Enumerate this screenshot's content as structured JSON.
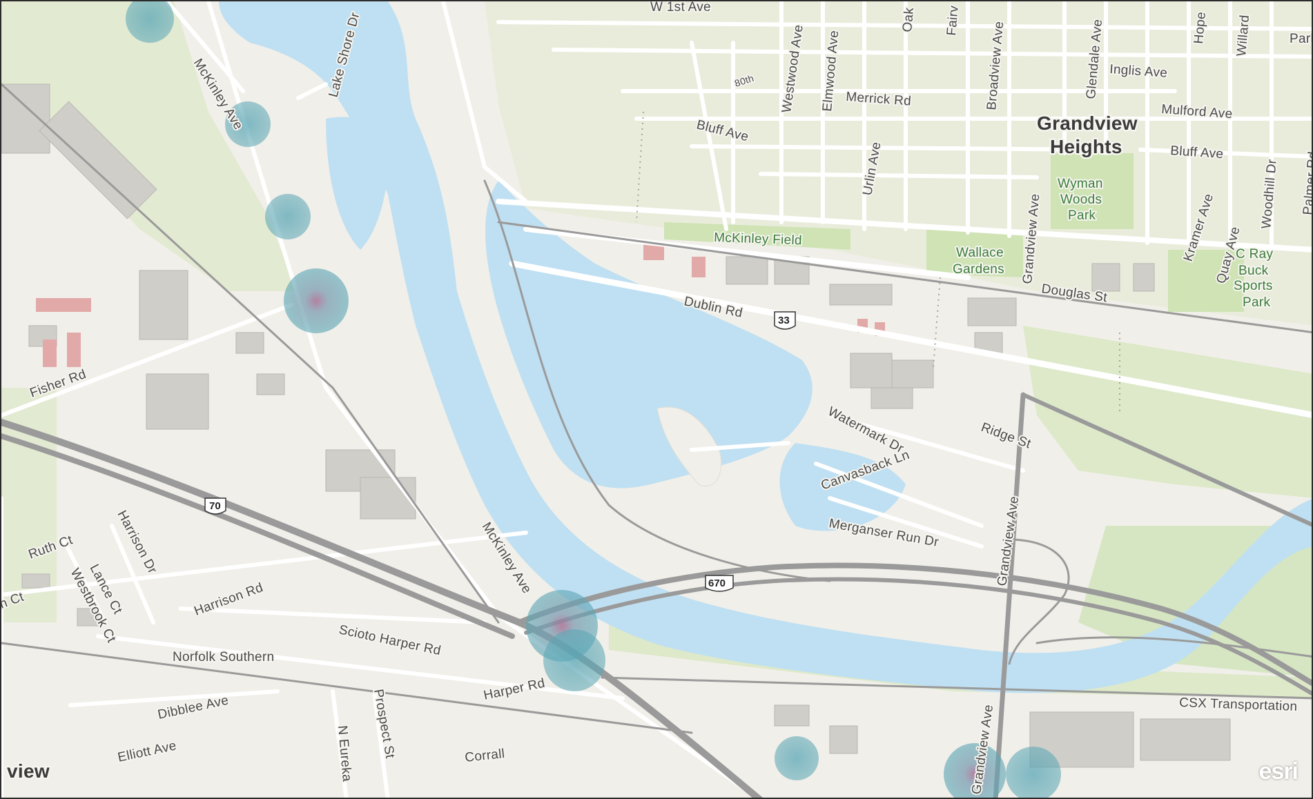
{
  "map": {
    "attribution_logo": "esri",
    "place_labels": {
      "grandview_heights_line1": "Grandview",
      "grandview_heights_line2": "Heights",
      "upper_arlington_fragment": "view"
    },
    "street_labels": {
      "west_1st": "W 1st Ave",
      "mckinley_top": "McKinley Ave",
      "mckinley_bottom": "McKinley Ave",
      "lake_shore": "Lake Shore Dr",
      "westwood": "Westwood Ave",
      "elmwood": "Elmwood Ave",
      "oak": "Oak",
      "fairview": "Fairv",
      "broadview": "Broadview Ave",
      "glendale": "Glendale Ave",
      "hope": "Hope",
      "willard": "Willard",
      "park": "Park",
      "inglis": "Inglis Ave",
      "merrick": "Merrick Rd",
      "mulford": "Mulford Ave",
      "bluff_left": "Bluff Ave",
      "bluff_right": "Bluff Ave",
      "urlin": "Urlin Ave",
      "grandview_upper": "Grandview Ave",
      "grandview_middle": "Grandview Ave",
      "grandview_lower": "Grandview Ave",
      "kramer": "Kramer Ave",
      "quay": "Quay Ave",
      "woodhill": "Woodhill Dr",
      "palmer": "Palmer Rd",
      "douglas": "Douglas St",
      "dublin": "Dublin Rd",
      "fisher": "Fisher Rd",
      "watermark": "Watermark Dr",
      "ridge": "Ridge St",
      "canvasback": "Canvasback Ln",
      "merganser": "Merganser Run Dr",
      "ruth": "Ruth Ct",
      "lance": "Lance Ct",
      "westbrook": "Westbrook Ct",
      "harrison_dr": "Harrison Dr",
      "harrison_rd": "Harrison Rd",
      "scioto_harper": "Scioto Harper Rd",
      "harper": "Harper Rd",
      "dibblee": "Dibblee Ave",
      "elliott": "Elliott Ave",
      "prospect": "Prospect St",
      "n_eureka": "N Eureka",
      "corrall": "Corrall",
      "n_ct": "n Ct",
      "eightieth": "80th"
    },
    "park_labels": {
      "mckinley_field": "McKinley Field",
      "wallace_gardens_line1": "Wallace",
      "wallace_gardens_line2": "Gardens",
      "wyman_line1": "Wyman",
      "wyman_line2": "Woods",
      "wyman_line3": "Park",
      "cray_line1": "C Ray",
      "cray_line2": "Buck",
      "cray_line3": "Sports",
      "cray_line4": "Park"
    },
    "rail_labels": {
      "norfolk_southern": "Norfolk Southern",
      "csx": "CSX Transportation"
    },
    "highway_shields": {
      "us33": "33",
      "i70": "70",
      "i670": "670"
    },
    "colors": {
      "water": "#bfe0f2",
      "land": "#f1efe9",
      "park": "#d9e8c7",
      "cluster": "#5aa6b5",
      "cluster_core": "#a86f95"
    }
  }
}
